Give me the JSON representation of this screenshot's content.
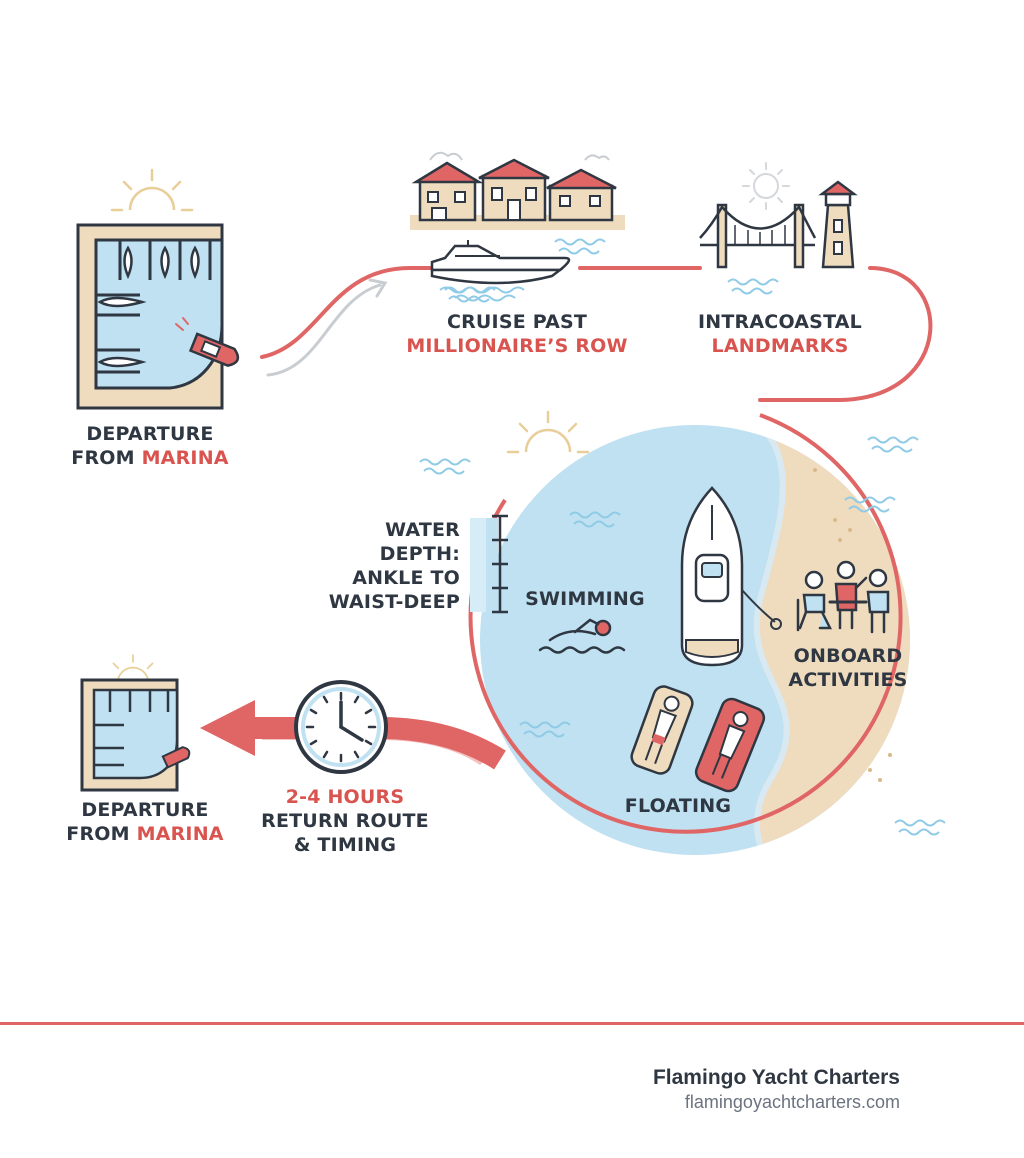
{
  "stops": {
    "departure": {
      "line1": "DEPARTURE",
      "line2_prefix": "FROM ",
      "line2_accent": "MARINA"
    },
    "millionaires_row": {
      "line1": "CRUISE PAST",
      "line2_accent": "MILLIONAIRE’S ROW"
    },
    "intracoastal": {
      "line1": "INTRACOASTAL",
      "line2_accent": "LANDMARKS"
    },
    "water_depth": {
      "lines": [
        "WATER",
        "DEPTH:",
        "ANKLE TO",
        "WAIST-DEEP"
      ]
    },
    "swimming": {
      "label": "SWIMMING"
    },
    "onboard": {
      "line1": "ONBOARD",
      "line2": "ACTIVITIES"
    },
    "floating": {
      "label": "FLOATING"
    },
    "return": {
      "accent": "2-4 HOURS",
      "line2": "RETURN ROUTE",
      "line3": "& TIMING"
    },
    "arrival": {
      "line1": "DEPARTURE",
      "line2_prefix": "FROM ",
      "line2_accent": "MARINA"
    }
  },
  "footer": {
    "brand": "Flamingo Yacht Charters",
    "url": "flamingoyachtcharters.com"
  },
  "colors": {
    "route_red": "#e06666",
    "accent_text": "#d9534f",
    "water": "#bfe1f1",
    "sand": "#efdcbf",
    "ink": "#2f3742",
    "sun": "#e8cf9a"
  }
}
